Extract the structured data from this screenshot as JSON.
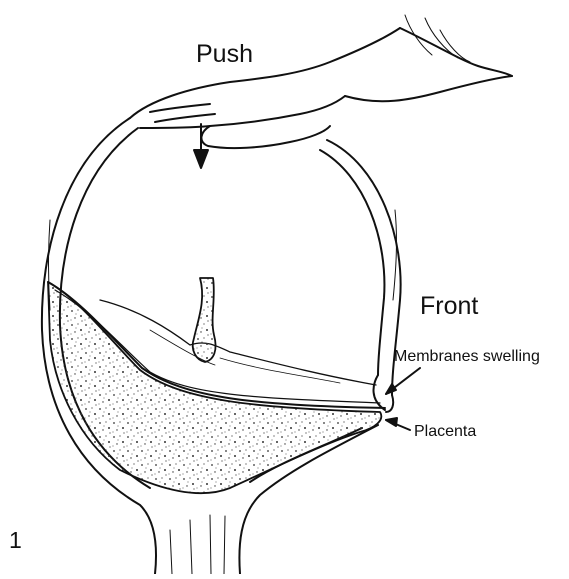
{
  "labels": {
    "push": "Push",
    "front": "Front",
    "membranes": "Membranes swelling",
    "placenta": "Placenta",
    "figure_number": "1"
  },
  "icons": [
    "hand-icon",
    "down-arrow-icon"
  ],
  "colors": {
    "line": "#111111",
    "background": "#ffffff"
  }
}
